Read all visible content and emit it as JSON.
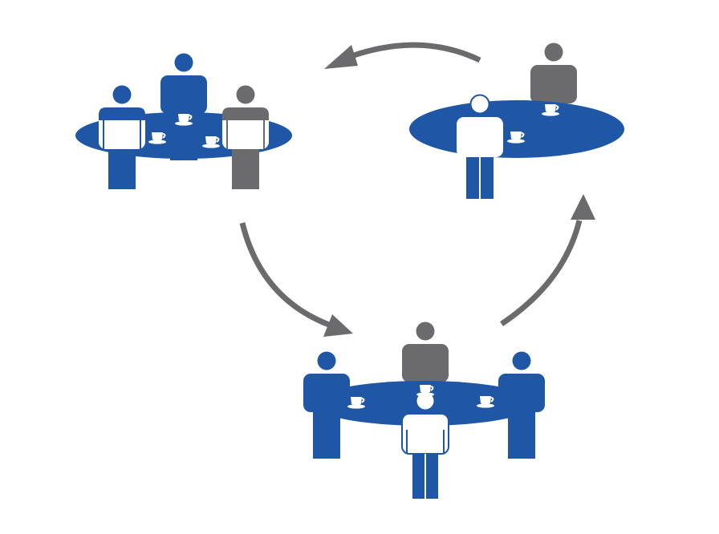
{
  "diagram": {
    "colors": {
      "blue": "#1f56a6",
      "gray": "#6b6b6d",
      "white": "#ffffff",
      "arrow": "#6b6b6d"
    },
    "groups": [
      {
        "name": "table-group-left",
        "people": [
          "blue",
          "blue",
          "gray"
        ],
        "cups": 3
      },
      {
        "name": "table-group-right",
        "people": [
          "gray",
          "white"
        ],
        "cups": 2
      },
      {
        "name": "table-group-bottom",
        "people": [
          "blue",
          "gray",
          "blue",
          "white"
        ],
        "cups": 3
      }
    ],
    "flow": [
      {
        "from": "table-group-left",
        "to": "table-group-bottom"
      },
      {
        "from": "table-group-bottom",
        "to": "table-group-right"
      },
      {
        "from": "table-group-right",
        "to": "table-group-left"
      }
    ],
    "icons": [
      "person-icon",
      "coffee-cup-icon",
      "round-table-icon",
      "curved-arrow-icon"
    ]
  }
}
